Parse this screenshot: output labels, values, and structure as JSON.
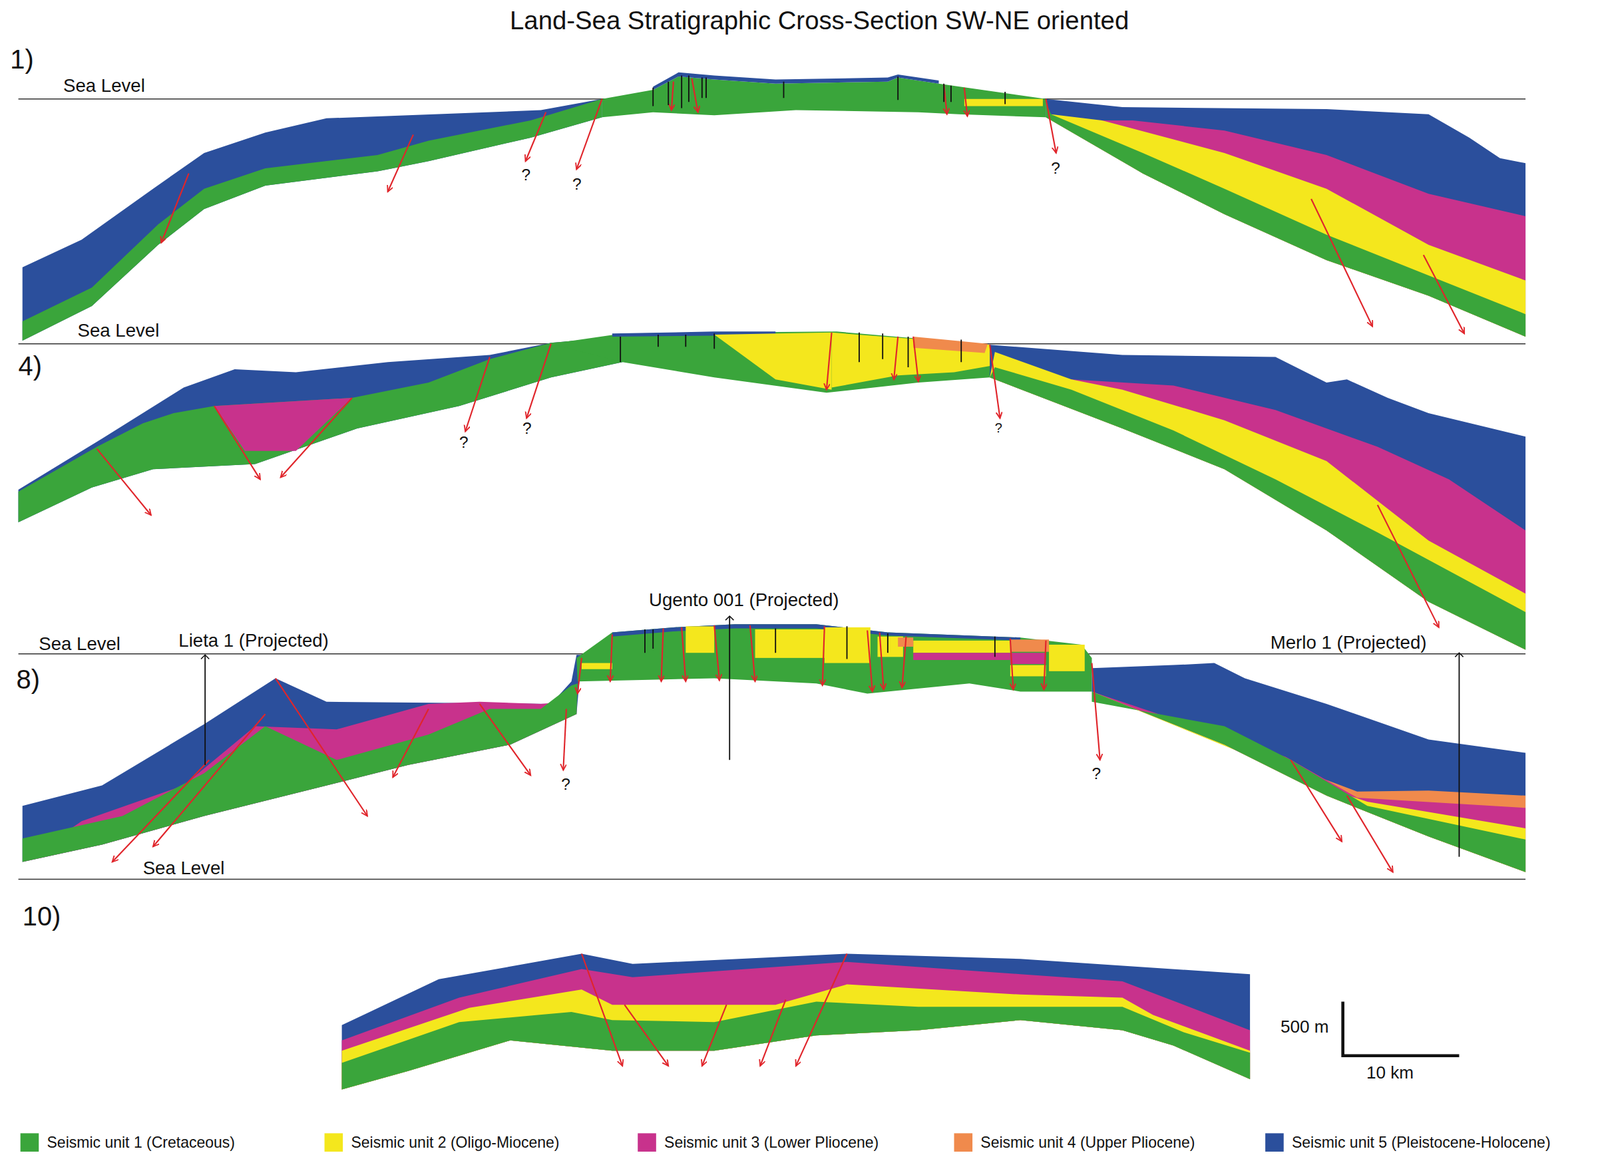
{
  "diagram": {
    "title": "Land-Sea Stratigraphic Cross-Section SW-NE oriented",
    "labels": [
      "1)",
      "Sea Level",
      "?",
      "?",
      "?",
      "Sea Level",
      "4)",
      "?",
      "?",
      "?",
      "Ugento 001 (Projected)",
      "Sea Level",
      "Lieta 1 (Projected)",
      "Merlo 1 (Projected)",
      "8)",
      "?",
      "?",
      "Sea Level",
      "10)",
      "500 m",
      "10 km"
    ],
    "legend": [
      {
        "text": "Seismic unit 1 (Cretaceous)",
        "color": "#3aa53b"
      },
      {
        "text": "Seismic unit 2 (Oligo-Miocene)",
        "color": "#f4e71d"
      },
      {
        "text": "Seismic unit 3 (Lower Pliocene)",
        "color": "#c8328c"
      },
      {
        "text": "Seismic unit 4 (Upper Pliocene)",
        "color": "#f08a4c"
      },
      {
        "text": "Seismic unit 5 (Pleistocene-Holocene)",
        "color": "#2b4f9c"
      }
    ]
  }
}
